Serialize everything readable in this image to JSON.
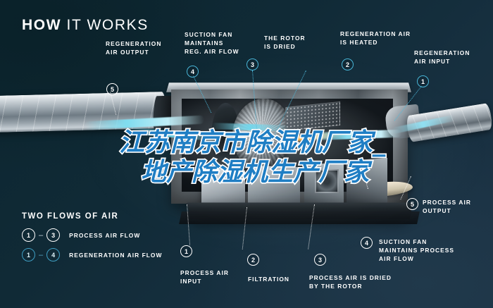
{
  "header": {
    "title_bold": "HOW",
    "title_light": " IT WORKS"
  },
  "watermark": {
    "line1": "江苏南京市除湿机厂家_",
    "line2": "地产除湿机生产厂家"
  },
  "callouts": [
    {
      "num": "5",
      "label": "REGENERATION\nAIR OUTPUT",
      "style": "white"
    },
    {
      "num": "4",
      "label": "SUCTION FAN\nMAINTAINS\nREG. AIR FLOW",
      "style": "cyan"
    },
    {
      "num": "3",
      "label": "THE ROTOR\nIS DRIED",
      "style": "cyan"
    },
    {
      "num": "2",
      "label": "REGENERATION AIR\nIS HEATED",
      "style": "cyan"
    },
    {
      "num": "1",
      "label": "REGENERATION\nAIR INPUT",
      "style": "cyan"
    },
    {
      "num": "5",
      "label": "PROCESS AIR\nOUTPUT",
      "style": "white"
    },
    {
      "num": "4",
      "label": "SUCTION FAN\nMAINTAINS PROCESS\nAIR FLOW",
      "style": "white"
    },
    {
      "num": "1",
      "label": "PROCESS AIR\nINPUT",
      "style": "white"
    },
    {
      "num": "2",
      "label": "FILTRATION",
      "style": "white"
    },
    {
      "num": "3",
      "label": "PROCESS AIR IS DRIED\nBY THE ROTOR",
      "style": "white"
    }
  ],
  "legend": {
    "title": "TWO FLOWS OF AIR",
    "rows": [
      {
        "from": "1",
        "dash": "–",
        "to": "3",
        "label": "PROCESS AIR FLOW",
        "style": "white"
      },
      {
        "from": "1",
        "dash": "–",
        "to": "4",
        "label": "REGENERATION AIR FLOW",
        "style": "cyan"
      }
    ]
  },
  "colors": {
    "background_dark": "#0c2630",
    "background_light": "#1d3245",
    "accent_cyan": "#49b6d8",
    "watermark_blue": "#1f7ec4",
    "text_white": "#ffffff"
  }
}
